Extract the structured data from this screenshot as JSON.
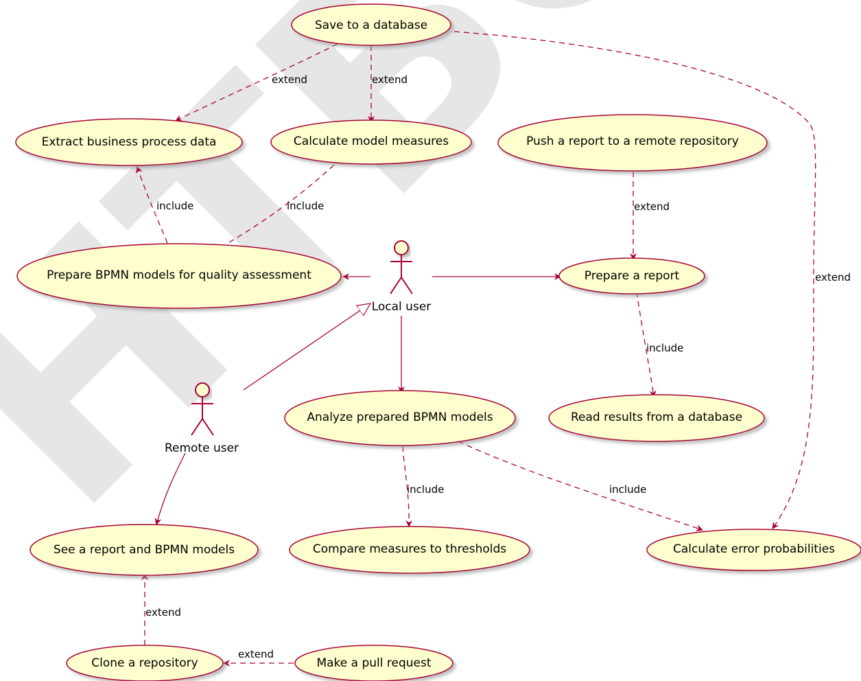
{
  "colors": {
    "usecase_fill": "#FEFECE",
    "border": "#A80036",
    "text": "#000000",
    "shadow": "#bbbbbb",
    "watermark": "#d2d2d2"
  },
  "watermark": {
    "text": "HTБО"
  },
  "use_cases": {
    "save_db": "Save to a database",
    "extract": "Extract business process data",
    "calc_measures": "Calculate model measures",
    "push_report": "Push a report to a remote repository",
    "prepare_bpmn": "Prepare BPMN models for quality assessment",
    "prepare_report": "Prepare a report",
    "analyze": "Analyze prepared BPMN models",
    "read_results": "Read results from a database",
    "see_report": "See a report and BPMN models",
    "compare": "Compare measures to thresholds",
    "error_prob": "Calculate error probabilities",
    "clone": "Clone a repository",
    "pull_request": "Make a pull request"
  },
  "actors": {
    "local": "Local user",
    "remote": "Remote user"
  },
  "edge_labels": {
    "save_to_extract": "extend",
    "save_to_calc": "extend",
    "prepare_to_extract": "include",
    "prepare_to_calc": "include",
    "push_to_report": "extend",
    "save_to_error": "extend",
    "report_to_read": "include",
    "analyze_to_compare": "include",
    "analyze_to_error": "include",
    "clone_to_see": "extend",
    "pull_to_clone": "extend"
  }
}
